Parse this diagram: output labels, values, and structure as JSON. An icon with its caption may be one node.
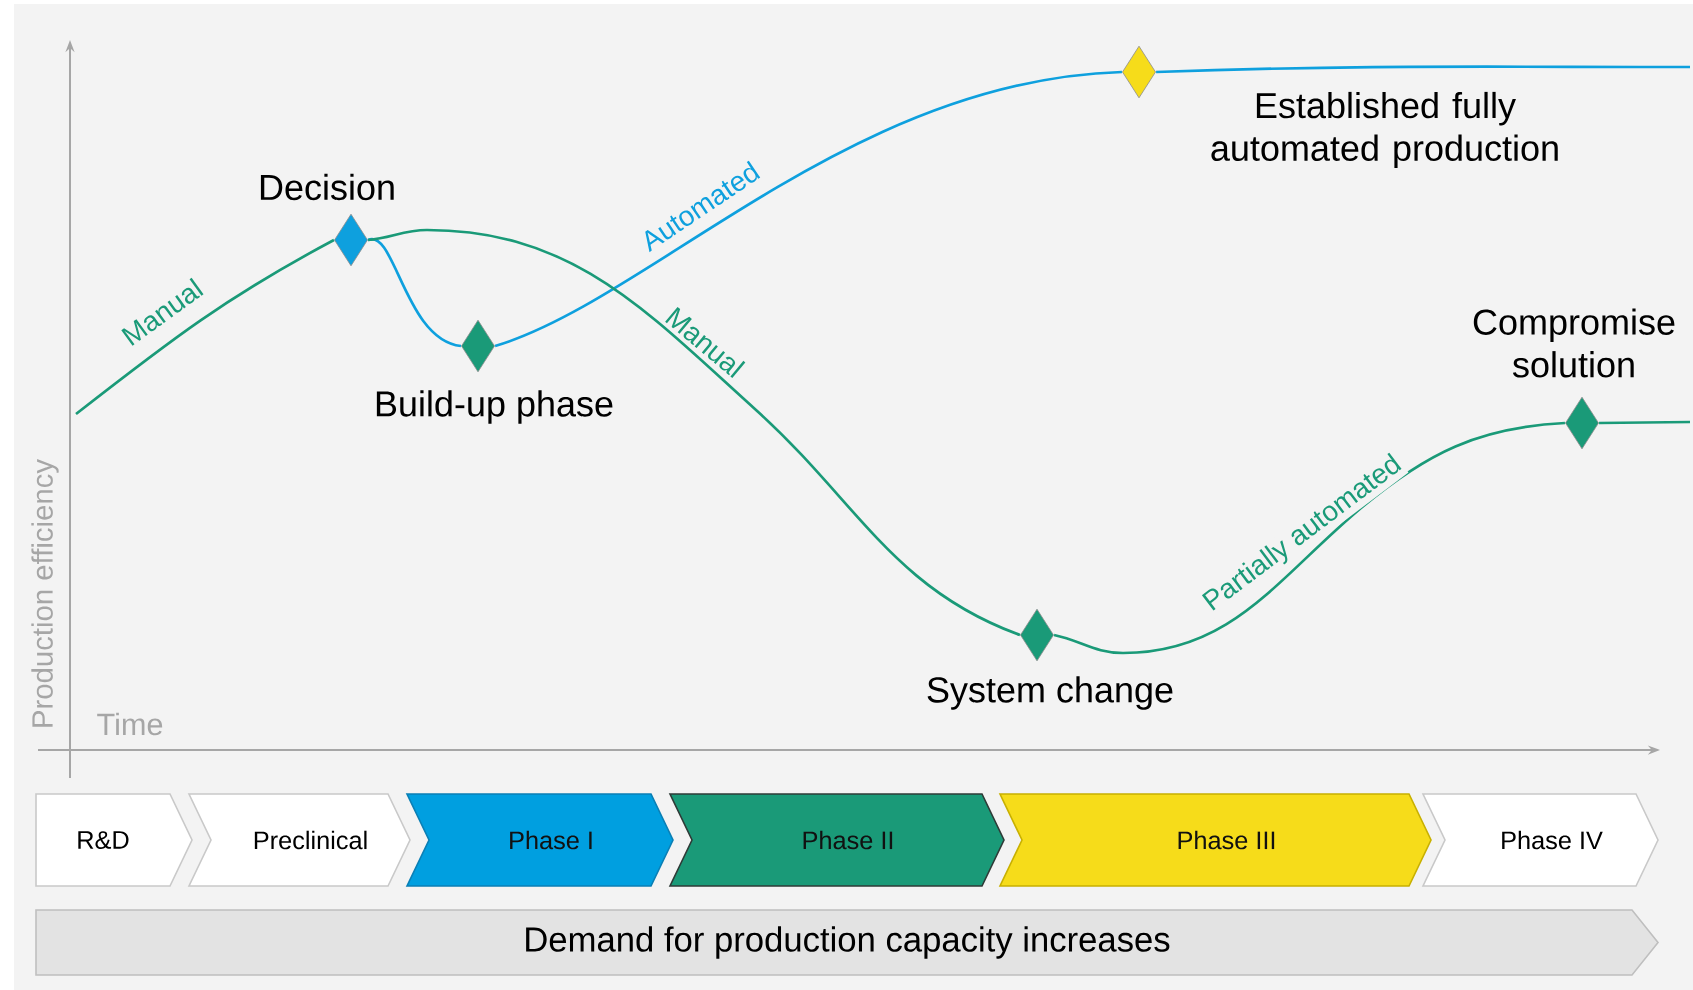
{
  "diagram": {
    "nodes": [
      {
        "text": [
          "Decision"
        ]
      },
      {
        "text": [
          "Build-up phase"
        ]
      },
      {
        "text": [
          "Established fully automated production"
        ]
      },
      {
        "text": [
          "System change"
        ]
      },
      {
        "text": [
          "Compromise solution"
        ]
      },
      {
        "text": [
          "R&D"
        ]
      },
      {
        "text": [
          "Preclinical"
        ]
      },
      {
        "text": [
          "Phase I"
        ]
      },
      {
        "text": [
          "Phase II"
        ]
      },
      {
        "text": [
          "Phase III"
        ]
      },
      {
        "text": [
          "Phase IV"
        ]
      },
      {
        "text": [
          "Demand for production capacity increases"
        ]
      }
    ],
    "edges": [
      {
        "from": null,
        "to": 0,
        "arrow": "none",
        "label": "Manual"
      },
      {
        "from": 0,
        "to": 1,
        "arrow": "none",
        "color": "#0ea0de"
      },
      {
        "from": 1,
        "to": 2,
        "arrow": "none",
        "label": "Automated",
        "color": "#0ea0de"
      },
      {
        "from": 2,
        "to": null,
        "arrow": "none",
        "color": "#0ea0de"
      },
      {
        "from": 0,
        "to": 3,
        "arrow": "none",
        "label": "Manual"
      },
      {
        "from": 3,
        "to": 4,
        "arrow": "none",
        "label": "Partially automated"
      },
      {
        "from": 4,
        "to": null,
        "arrow": "none"
      }
    ],
    "labels": [
      "Production efficiency",
      "Time"
    ]
  }
}
